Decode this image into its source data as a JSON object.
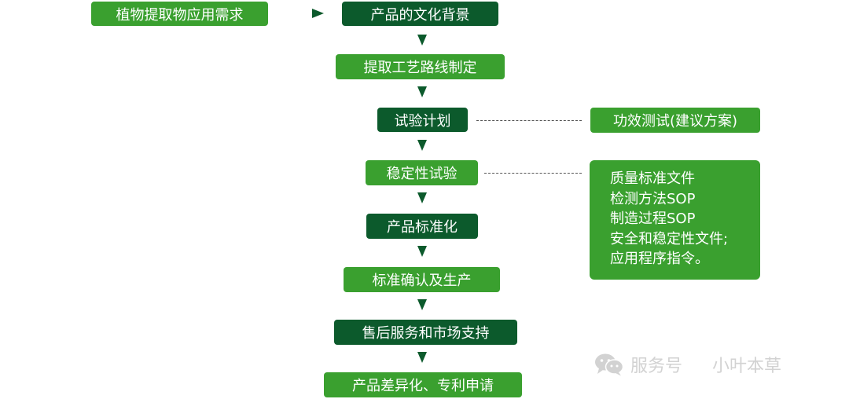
{
  "left_box": {
    "label": "植物提取物应用需求"
  },
  "flow": [
    {
      "label": "产品的文化背景"
    },
    {
      "label": "提取工艺路线制定"
    },
    {
      "label": "试验计划"
    },
    {
      "label": "稳定性试验"
    },
    {
      "label": "产品标准化"
    },
    {
      "label": "标准确认及生产"
    },
    {
      "label": "售后服务和市场支持"
    },
    {
      "label": "产品差异化、专利申请"
    }
  ],
  "efficacy_box": {
    "label": "功效测试(建议方案)"
  },
  "docs_box": {
    "lines": [
      "质量标准文件",
      "检测方法SOP",
      "制造过程SOP",
      "安全和稳定性文件;",
      "应用程序指令。"
    ]
  },
  "watermark": {
    "text1": "服务号",
    "text2": "小叶本草",
    "icon": "wechat-icon"
  },
  "colors": {
    "light_green": "#3aa02f",
    "dark_green": "#0c5a2c",
    "dash": "#555555"
  }
}
